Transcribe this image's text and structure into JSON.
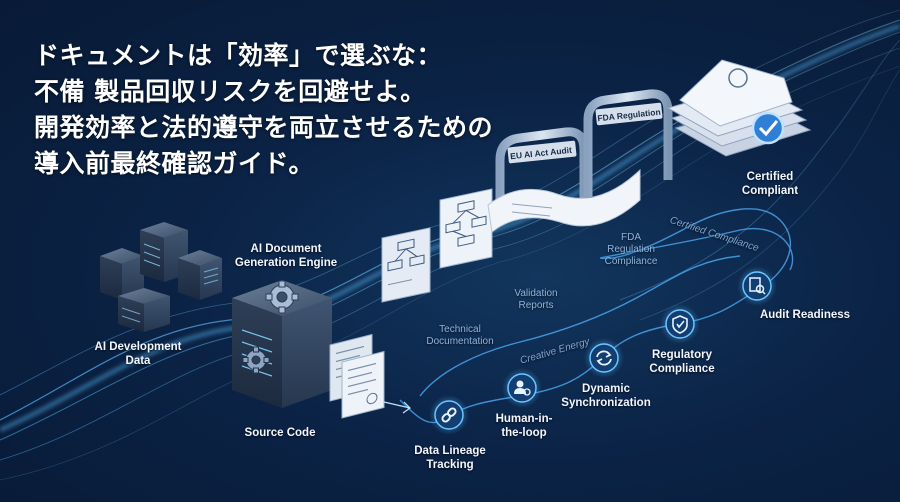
{
  "headline": {
    "line1": "ドキュメントは「効率」で選ぶな：",
    "line2": "不備 製品回収リスクを回避せよ。",
    "line3": "開発効率と法的遵守を両立させるための",
    "line4": "導入前最終確認ガイド。"
  },
  "sources": {
    "ai_dev_data": "AI Development\nData",
    "engine": "AI Document\nGeneration Engine",
    "source_code": "Source Code"
  },
  "documents": {
    "technical": "Technical\nDocumentation",
    "validation": "Validation\nReports"
  },
  "gates": {
    "eu_gate": "EU AI Act Audit",
    "fda_gate": "FDA Regulation",
    "fda_compliance": "FDA\nRegulation\nCompliance"
  },
  "output": {
    "certified": "Certified\nCompliant"
  },
  "flow_labels": {
    "creative_energy": "Creative Energy",
    "certified_compliance": "Certified Compliance"
  },
  "nodes": [
    {
      "label": "Data Lineage\nTracking",
      "icon": "link-icon"
    },
    {
      "label": "Human-in-\nthe-loop",
      "icon": "person-gear-icon"
    },
    {
      "label": "Dynamic\nSynchronization",
      "icon": "sync-arrows-icon"
    },
    {
      "label": "Regulatory\nCompliance",
      "icon": "shield-check-icon"
    },
    {
      "label": "Audit Readiness",
      "icon": "document-search-icon"
    }
  ],
  "colors": {
    "background": "#0b2346",
    "accent": "#4fb3ff",
    "glow": "#7fd3ff",
    "node_fill": "#123e72",
    "paper": "#e9eef6"
  }
}
